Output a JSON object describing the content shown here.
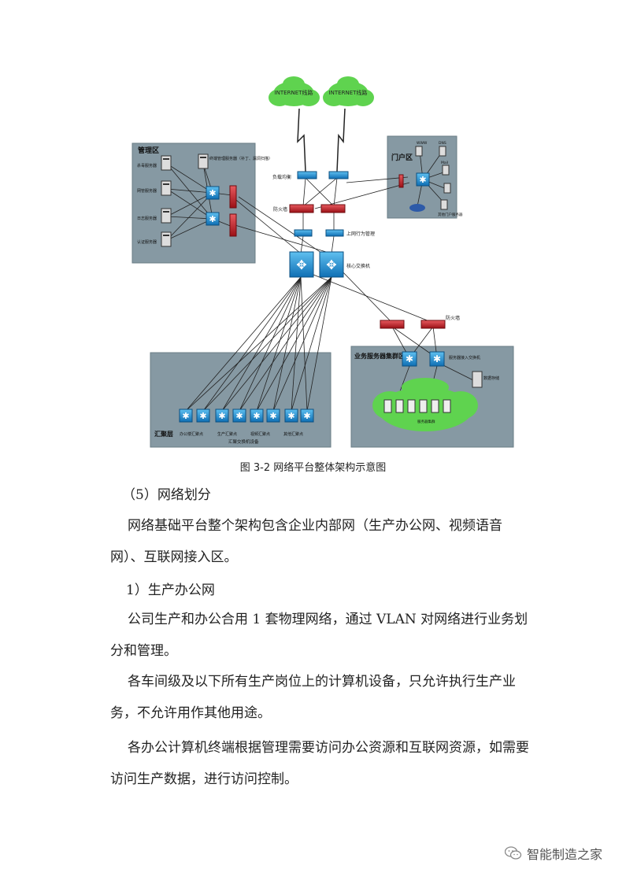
{
  "diagram": {
    "clouds": [
      "INTERNET线路",
      "INTERNET线路"
    ],
    "zones": {
      "management": "管理区",
      "portal": "门户区",
      "aggregation": "汇聚层",
      "business": "业务服务器集群区"
    },
    "labels": {
      "load_balancer": "负载均衡",
      "firewall": "防火墙",
      "internet_behavior": "上网行为管理",
      "core_switch": "核心交换机",
      "firewall_lower": "防火墙",
      "server_access_switch": "服务器接入交换机",
      "data_storage": "数据存储",
      "server_cluster": "服务器集群",
      "aggregation_switches": "汇聚交换机设备",
      "mgmt_servers": [
        "杀毒服务器",
        "网管服务器",
        "日志服务器",
        "认证服务器"
      ],
      "mgmt_server_top": "终端管理服务器（补丁、漏洞扫描）",
      "portal_items": [
        "WWW",
        "DNS",
        "Mail",
        "其他门户服务器"
      ],
      "agg_groups": [
        "办公楼汇聚点",
        "生产汇聚点",
        "视频汇聚点",
        "其他汇聚点"
      ]
    }
  },
  "caption": "图 3-2 网络平台整体架构示意图",
  "section_heading": "（5）网络划分",
  "paragraphs": [
    "网络基础平台整个架构包含企业内部网（生产办公网、视频语音网）、互联网接入区。",
    "1）生产办公网",
    "公司生产和办公合用 1 套物理网络，通过 VLAN 对网络进行业务划分和管理。",
    "各车间级及以下所有生产岗位上的计算机设备，只允许执行生产业务，不允许用作其他用途。",
    "各办公计算机终端根据管理需要访问办公资源和互联网资源，如需要访问生产数据，进行访问控制。"
  ],
  "footer": {
    "icon": "wechat-icon",
    "text": "智能制造之家"
  },
  "colors": {
    "zone": "#8699a3",
    "switch": "#1b8fd6",
    "firewall": "#c81f2a",
    "cloud": "#5fd34f"
  }
}
